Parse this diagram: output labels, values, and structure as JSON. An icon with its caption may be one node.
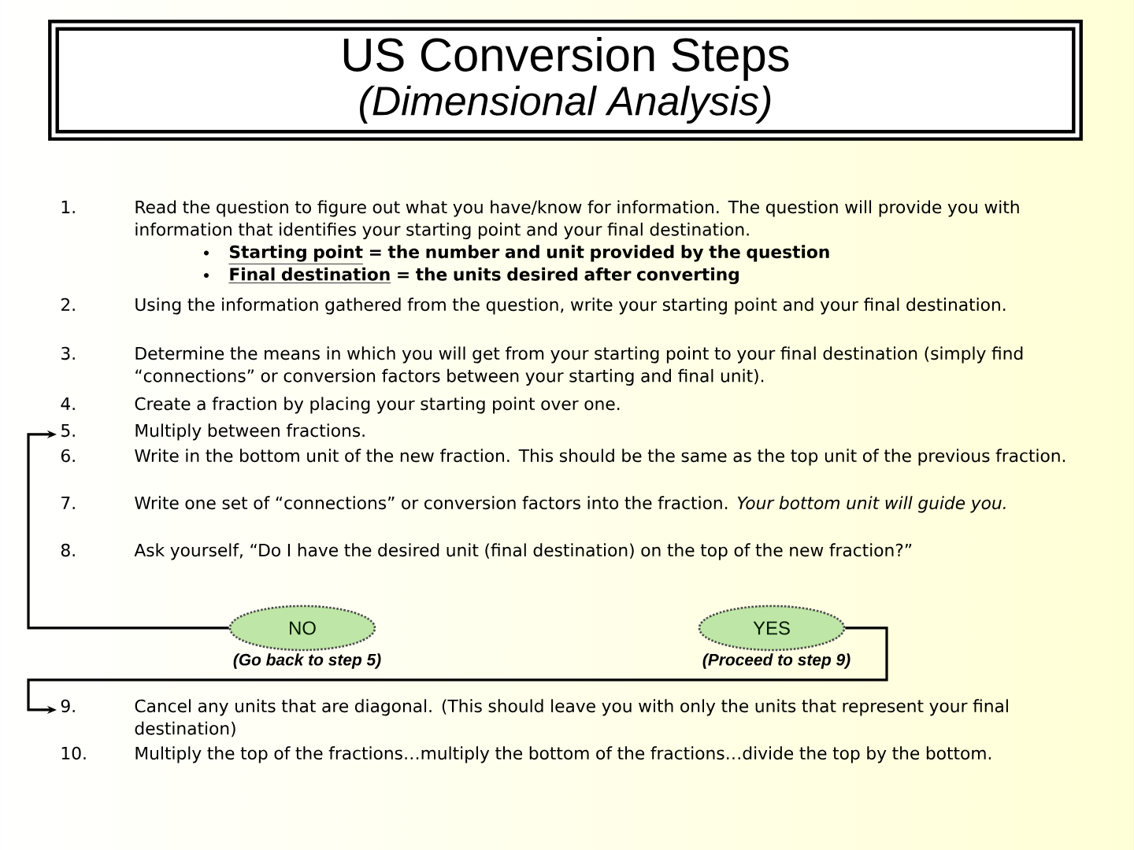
{
  "diagram": {
    "nodes": [
      {
        "text": [
          "US Conversion Steps",
          "(Dimensional Analysis)"
        ]
      },
      {
        "text": [
          "1.",
          "Read the question to figure out what you have/know for information.  The question will provide you with information that identifies your starting point and your final destination.",
          "Starting point",
          "= the number and unit provided by the question",
          "Final destination",
          "= the units desired after converting"
        ]
      },
      {
        "text": [
          "2.",
          "Using the information gathered from the question, write your starting point and your final destination."
        ]
      },
      {
        "text": [
          "3.",
          "Determine the means in which you will get from your starting point to your final destination (simply find “connections” or conversion factors between your starting and final unit)."
        ]
      },
      {
        "text": [
          "4.",
          "Create a fraction by placing your starting point over one."
        ]
      },
      {
        "text": [
          "5.",
          "Multiply between fractions."
        ]
      },
      {
        "text": [
          "6.",
          "Write in the bottom unit of the new fraction.  This should be the same as the top unit of the previous fraction."
        ]
      },
      {
        "text": [
          "7.",
          "Write one set of “connections” or conversion factors into the fraction.  *Your bottom unit will guide you.*"
        ]
      },
      {
        "text": [
          "8.",
          "Ask yourself, “Do I have the desired unit (final destination) on the top of the new fraction?”"
        ]
      },
      {
        "text": [
          "9.",
          "Cancel any units that are diagonal.  (This should leave you with only the units that represent your final destination)"
        ]
      },
      {
        "text": [
          "10.",
          "Multiply the top of the fractions…multiply the bottom of the fractions…divide the top by the bottom."
        ]
      },
      {
        "text": [
          "NO"
        ],
        "beside": [
          "(Go back to step 5)"
        ]
      },
      {
        "text": [
          "YES"
        ],
        "beside": [
          "(Proceed to step 9)"
        ]
      }
    ],
    "edges": [
      {
        "from": 11,
        "to": 5,
        "arrow": "to"
      },
      {
        "from": 12,
        "to": 9,
        "arrow": "to"
      }
    ]
  }
}
